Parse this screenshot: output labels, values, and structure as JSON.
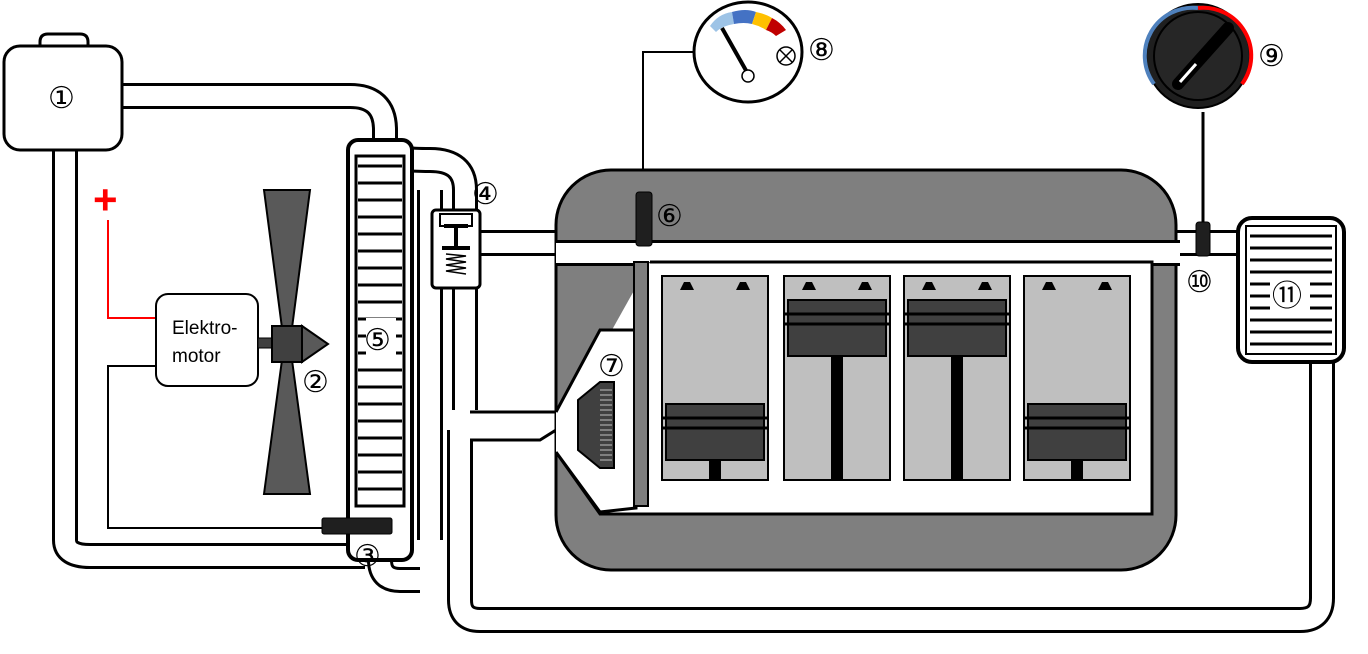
{
  "diagram": {
    "motor_label_line1": "Elektro-",
    "motor_label_line2": "motor",
    "plus_sign": "+",
    "labels": {
      "n1": "①",
      "n2": "②",
      "n3": "③",
      "n4": "④",
      "n5": "⑤",
      "n6": "⑥",
      "n7": "⑦",
      "n8": "⑧",
      "n9": "⑨",
      "n10": "⑩",
      "n11": "⑪"
    },
    "colors": {
      "engine_block": "#7f7f7f",
      "cylinder": "#bfbfbf",
      "piston": "#404040",
      "fan_blade": "#595959",
      "wire_red": "#ff0000",
      "gauge_blue": "#9dc3e6",
      "gauge_lightblue": "#4472c4",
      "gauge_yellow": "#ffc000",
      "gauge_orange": "#ed7d31",
      "gauge_red": "#c00000",
      "knob_dark": "#1f1f1f",
      "knob_ring_blue": "#4f81bd",
      "knob_ring_red": "#ff0000"
    }
  }
}
